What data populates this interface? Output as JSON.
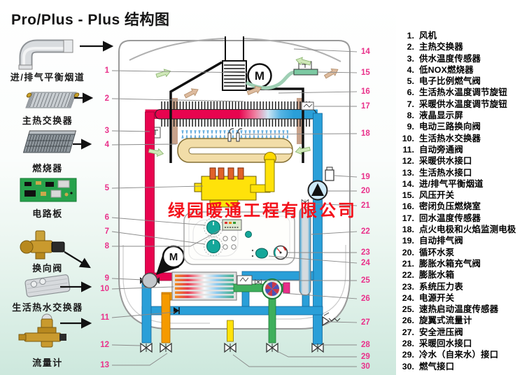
{
  "title": "Pro/Plus -  Plus 结构图",
  "watermark": "绿园暖通工程有限公司",
  "components": [
    {
      "label": "进/排气平衡烟道"
    },
    {
      "label": "主热交换器"
    },
    {
      "label": "燃烧器"
    },
    {
      "label": "电路板"
    },
    {
      "label": "换向阀"
    },
    {
      "label": "生活热水交换器"
    },
    {
      "label": "流量计"
    }
  ],
  "legend": {
    "items": [
      {
        "num": "1.",
        "label": "风机"
      },
      {
        "num": "2.",
        "label": "主热交换器"
      },
      {
        "num": "3.",
        "label": "供水温度传感器"
      },
      {
        "num": "4.",
        "label": "低NOX燃烧器"
      },
      {
        "num": "5.",
        "label": "电子比例燃气阀"
      },
      {
        "num": "6.",
        "label": "生活热水温度调节旋钮"
      },
      {
        "num": "7.",
        "label": "采暖供水温度调节旋钮"
      },
      {
        "num": "8.",
        "label": "液晶显示屏"
      },
      {
        "num": "9.",
        "label": "电动三路换向阀"
      },
      {
        "num": "10.",
        "label": "生活热水交换器"
      },
      {
        "num": "11.",
        "label": "自动旁通阀"
      },
      {
        "num": "12.",
        "label": "采暖供水接口"
      },
      {
        "num": "13.",
        "label": "生活热水接口"
      },
      {
        "num": "14.",
        "label": "进/排气平衡烟道"
      },
      {
        "num": "15.",
        "label": "风压开关"
      },
      {
        "num": "16.",
        "label": "密闭负压燃烧室"
      },
      {
        "num": "17.",
        "label": "回水温度传感器"
      },
      {
        "num": "18.",
        "label": "点火电极和火焰监测电极"
      },
      {
        "num": "19.",
        "label": "自动排气阀"
      },
      {
        "num": "20.",
        "label": "循环水泵"
      },
      {
        "num": "21.",
        "label": "膨胀水箱充气阀"
      },
      {
        "num": "22.",
        "label": "膨胀水箱"
      },
      {
        "num": "23.",
        "label": "系统压力表"
      },
      {
        "num": "24.",
        "label": "电源开关"
      },
      {
        "num": "25.",
        "label": "速热启动温度传感器"
      },
      {
        "num": "26.",
        "label": "旋翼式流量计"
      },
      {
        "num": "27.",
        "label": "安全泄压阀"
      },
      {
        "num": "28.",
        "label": "采暖回水接口"
      },
      {
        "num": "29.",
        "label": "冷水（自来水）接口"
      },
      {
        "num": "30.",
        "label": "燃气接口"
      }
    ]
  },
  "diagram": {
    "fan_motor_label": "M",
    "valve_motor_label": "M",
    "left_markers": [
      "1",
      "2",
      "3",
      "4",
      "5",
      "6",
      "7",
      "8",
      "9",
      "10",
      "11",
      "12",
      "13"
    ],
    "right_markers": [
      "14",
      "15",
      "16",
      "17",
      "18",
      "19",
      "20",
      "21",
      "22",
      "23",
      "24",
      "25",
      "26",
      "27",
      "28",
      "29",
      "30"
    ],
    "colors": {
      "callout_pink": "#e9308a",
      "watermark_red": "#f3111b",
      "supply_pipe_red": "#e8044f",
      "return_pipe_blue": "#2a9fd8",
      "dhw_pipe_orange": "#f59a00",
      "cold_water_green": "#3faf5c",
      "gas_yellow": "#ffe20a",
      "knob_teal": "#15a79a",
      "background_mint": "#cde8dd"
    }
  }
}
